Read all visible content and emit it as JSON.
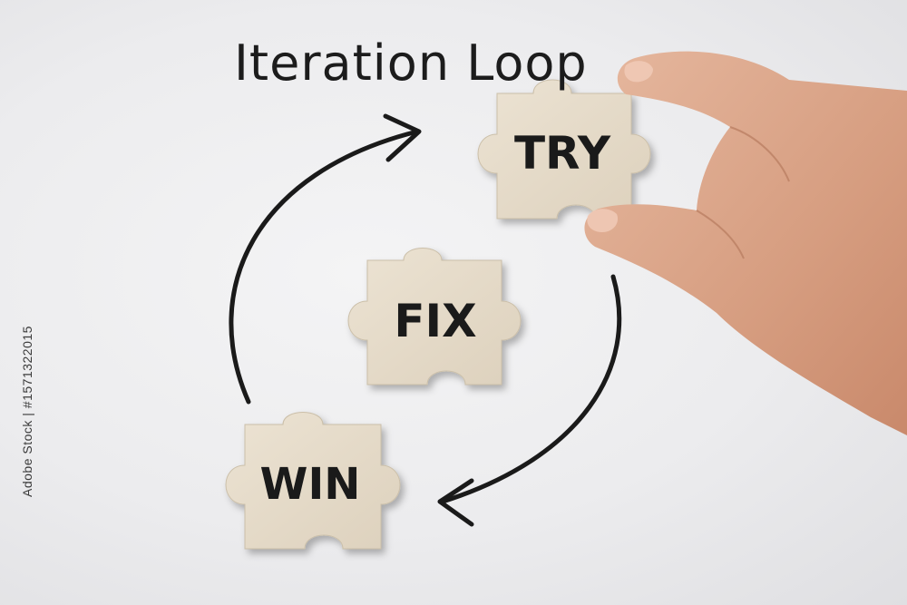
{
  "title": "Iteration Loop",
  "side_id": "Adobe Stock | #1571322015",
  "pieces": {
    "try": "TRY",
    "fix": "FIX",
    "win": "WIN"
  },
  "colors": {
    "background": "#ececee",
    "piece": "#e6dccb",
    "ink": "#1a1a1a",
    "skin": "#d9a48b"
  }
}
